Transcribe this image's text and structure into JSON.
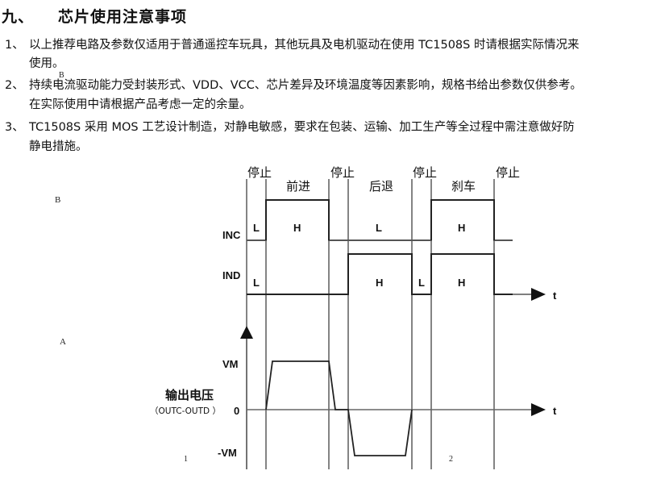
{
  "heading": {
    "number": "九、",
    "title": "芯片使用注意事项"
  },
  "notes": [
    {
      "index": "1、",
      "line1": "以上推荐电路及参数仅适用于普通遥控车玩具，其他玩具及电机驱动在使用 TC1508S 时请根据实际情况来",
      "line2": "使用。"
    },
    {
      "index": "2、",
      "line1": "持续电流驱动能力受封装形式、VDD、VCC、芯片差异及环境温度等因素影响，规格书给出参数仅供参考。",
      "line2": "在实际使用中请根据产品考虑一定的余量。"
    },
    {
      "index": "3、",
      "line1": "TC1508S 采用 MOS 工艺设计制造，对静电敏感，要求在包装、运输、加工生产等全过程中需注意做好防",
      "line2": "静电措施。"
    }
  ],
  "markers": {
    "b_small": "B",
    "b_left": "B",
    "a_left": "A",
    "num1": "1",
    "num2": "2"
  },
  "diagram": {
    "phases": [
      {
        "label": "停止",
        "inc": "L",
        "ind": "L"
      },
      {
        "label": "前进",
        "inc": "H",
        "ind": "L"
      },
      {
        "label": "停止",
        "inc": "L",
        "ind": "L"
      },
      {
        "label": "后退",
        "inc": "L",
        "ind": "H"
      },
      {
        "label": "停止",
        "inc": "L",
        "ind": "L"
      },
      {
        "label": "刹车",
        "inc": "H",
        "ind": "H"
      },
      {
        "label": "停止",
        "inc": "L",
        "ind": "L"
      }
    ],
    "signal_labels": {
      "inc": "INC",
      "ind": "IND"
    },
    "level_text": {
      "inc_stop": "L",
      "inc_forward": "H",
      "inc_backward": "L",
      "inc_brake": "H",
      "ind_stop": "L",
      "ind_backward": "H",
      "ind_stop2": "L",
      "ind_brake": "H"
    },
    "axis": {
      "t_label": "t",
      "vm": "VM",
      "zero": "0",
      "neg_vm": "-VM",
      "output_title": "输出电压",
      "output_sub": "（OUTC-OUTD ）"
    }
  }
}
